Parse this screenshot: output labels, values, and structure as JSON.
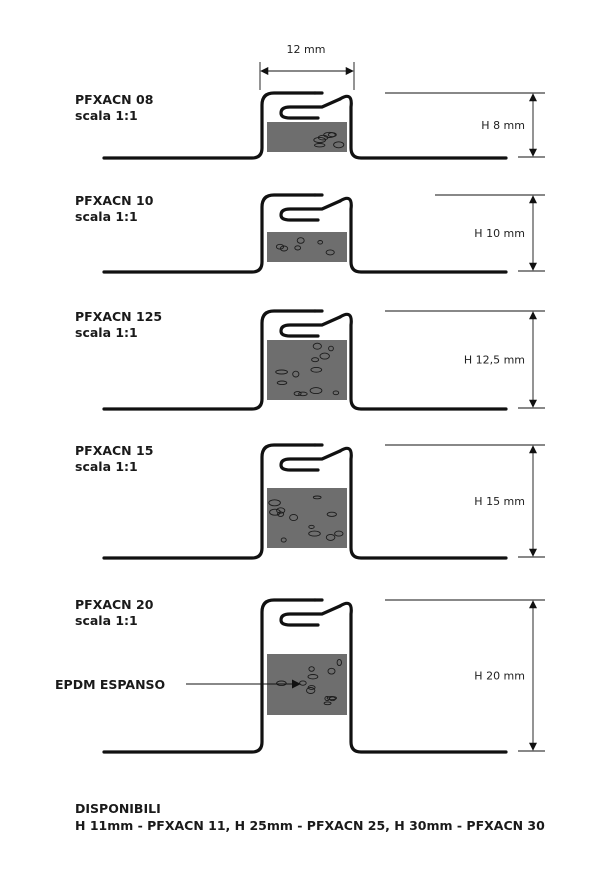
{
  "width_label": "12 mm",
  "profiles": [
    {
      "code": "PFXACN 08",
      "scale": "scala 1:1",
      "height_label": "H 8 mm"
    },
    {
      "code": "PFXACN 10",
      "scale": "scala 1:1",
      "height_label": "H 10 mm"
    },
    {
      "code": "PFXACN 125",
      "scale": "scala 1:1",
      "height_label": "H 12,5 mm"
    },
    {
      "code": "PFXACN 15",
      "scale": "scala 1:1",
      "height_label": "H 15 mm"
    },
    {
      "code": "PFXACN 20",
      "scale": "scala 1:1",
      "height_label": "H 20 mm"
    }
  ],
  "material_label": "EPDM ESPANSO",
  "footer": {
    "title": "DISPONIBILI",
    "line": "H 11mm - PFXACN 11, H 25mm - PFXACN 25, H 30mm - PFXACN 30"
  }
}
